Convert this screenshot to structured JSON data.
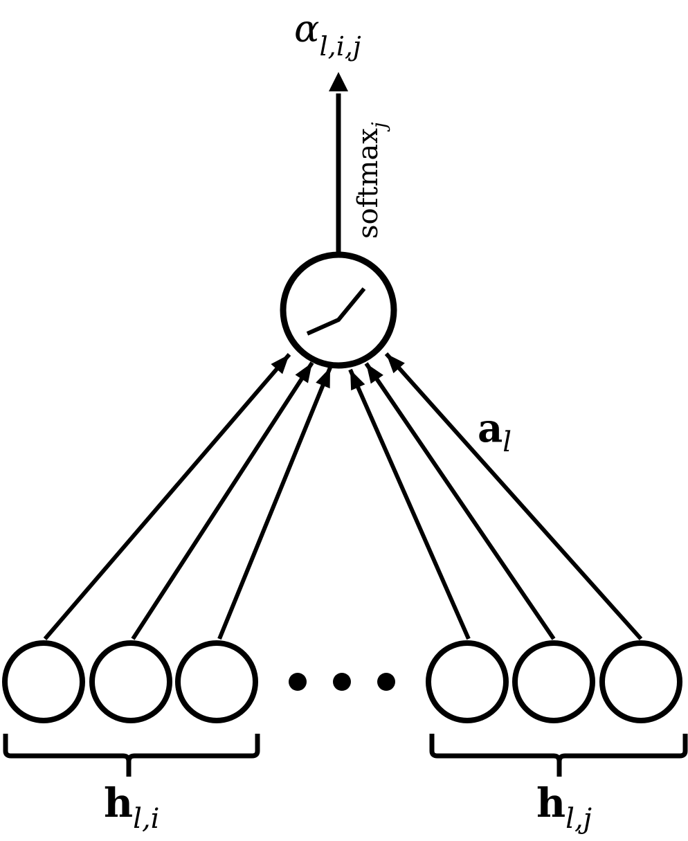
{
  "diagram": {
    "output_label": {
      "symbol": "α",
      "subscript": "l,i,j"
    },
    "softmax_label": {
      "text": "softmax",
      "subscript": "j"
    },
    "weight_label": {
      "symbol": "a",
      "subscript": "l"
    },
    "group_left_label": {
      "symbol": "h",
      "subscript": "l,i"
    },
    "group_right_label": {
      "symbol": "h",
      "subscript": "l,j"
    },
    "colors": {
      "stroke": "#000000",
      "fill": "#ffffff"
    },
    "icons": {
      "activation": "relu-activation-icon",
      "ellipsis": "ellipsis-dots"
    }
  }
}
